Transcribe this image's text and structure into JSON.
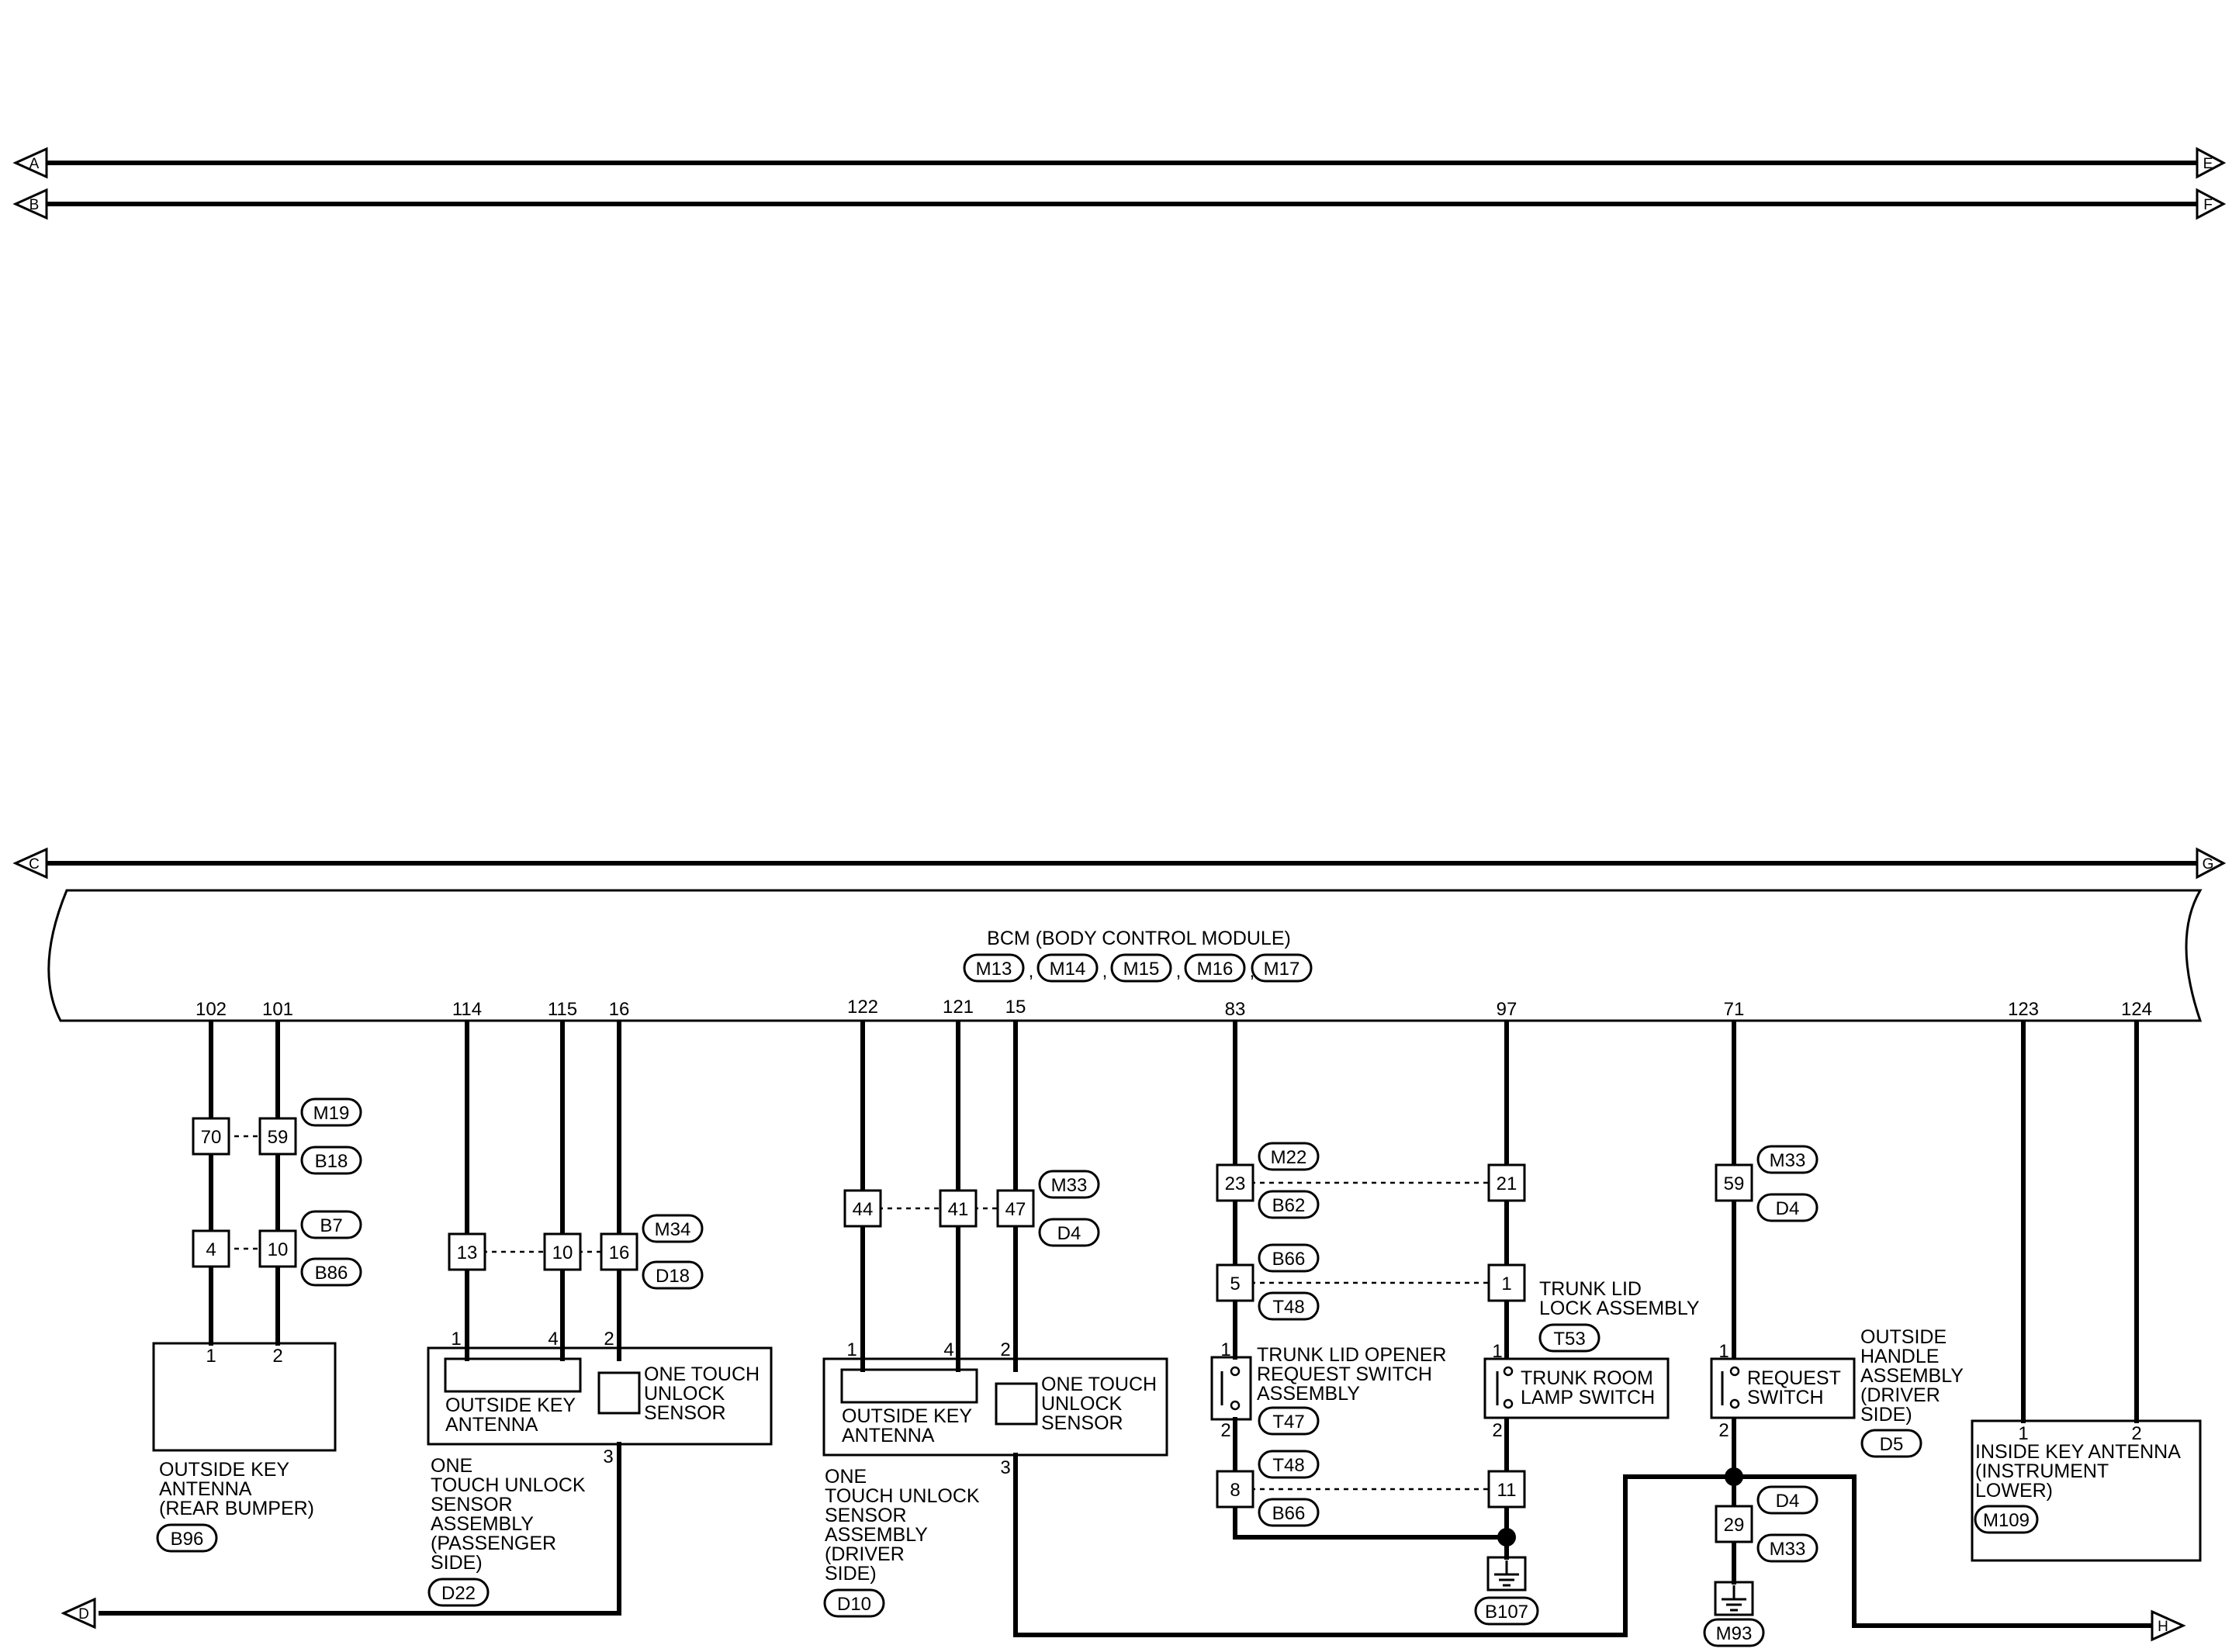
{
  "buses": {
    "A": "A",
    "B": "B",
    "C": "C",
    "D": "D",
    "E": "E",
    "F": "F",
    "G": "G",
    "H": "H"
  },
  "bcm": {
    "title": "BCM (BODY CONTROL MODULE)",
    "connectors": [
      "M13",
      "M14",
      "M15",
      "M16",
      "M17"
    ],
    "pins": [
      "102",
      "101",
      "114",
      "115",
      "16",
      "122",
      "121",
      "15",
      "83",
      "97",
      "71",
      "123",
      "124"
    ]
  },
  "joints": {
    "j70": "70",
    "j59a": "59",
    "j4": "4",
    "j10a": "10",
    "j13": "13",
    "j10b": "10",
    "j16": "16",
    "j44": "44",
    "j41": "41",
    "j47": "47",
    "j23": "23",
    "j5": "5",
    "j8": "8",
    "j21": "21",
    "j1": "1",
    "j11": "11",
    "j59b": "59",
    "j29": "29"
  },
  "connectors": {
    "M19": "M19",
    "B18": "B18",
    "B7": "B7",
    "B86": "B86",
    "M34": "M34",
    "D18": "D18",
    "M33a": "M33",
    "D4a": "D4",
    "M22": "M22",
    "B62": "B62",
    "B66a": "B66",
    "T48a": "T48",
    "T48b": "T48",
    "B66b": "B66",
    "M33b": "M33",
    "D4b": "D4",
    "D4c": "D4",
    "M33c": "M33",
    "B96": "B96",
    "D22": "D22",
    "D10": "D10",
    "T47": "T47",
    "T53": "T53",
    "D5": "D5",
    "M109": "M109",
    "B107": "B107",
    "M93": "M93"
  },
  "components": {
    "rear_antenna": {
      "pins": [
        "1",
        "2"
      ],
      "label": [
        "OUTSIDE KEY",
        "ANTENNA",
        "(REAR BUMPER)"
      ]
    },
    "passenger_assy": {
      "pins": [
        "1",
        "4",
        "2",
        "3"
      ],
      "antenna": [
        "OUTSIDE KEY",
        "ANTENNA"
      ],
      "sensor": [
        "ONE TOUCH",
        "UNLOCK",
        "SENSOR"
      ],
      "label": [
        "ONE",
        "TOUCH UNLOCK",
        "SENSOR",
        "ASSEMBLY",
        "(PASSENGER",
        " SIDE)"
      ]
    },
    "driver_assy": {
      "pins": [
        "1",
        "4",
        "2",
        "3"
      ],
      "antenna": [
        "OUTSIDE KEY",
        "ANTENNA"
      ],
      "sensor": [
        "ONE TOUCH",
        "UNLOCK",
        "SENSOR"
      ],
      "label": [
        "ONE",
        "TOUCH UNLOCK",
        "SENSOR",
        "ASSEMBLY",
        "(DRIVER",
        " SIDE)"
      ]
    },
    "trunk_opener": {
      "pins": [
        "1",
        "2"
      ],
      "label": [
        "TRUNK LID OPENER",
        "REQUEST SWITCH",
        "ASSEMBLY"
      ]
    },
    "trunk_lock": {
      "label": [
        "TRUNK LID",
        "LOCK ASSEMBLY"
      ]
    },
    "trunk_lamp": {
      "pins": [
        "1",
        "2"
      ],
      "label": [
        "TRUNK ROOM",
        "LAMP SWITCH"
      ]
    },
    "request_switch": {
      "pins": [
        "1",
        "2"
      ],
      "label": [
        "REQUEST",
        "SWITCH"
      ]
    },
    "outside_handle": {
      "label": [
        "OUTSIDE",
        "HANDLE",
        "ASSEMBLY",
        "(DRIVER",
        " SIDE)"
      ]
    },
    "inside_antenna": {
      "pins": [
        "1",
        "2"
      ],
      "label": [
        "INSIDE KEY ANTENNA",
        "(INSTRUMENT",
        "LOWER)"
      ]
    }
  },
  "punct": {
    "comma": ","
  }
}
